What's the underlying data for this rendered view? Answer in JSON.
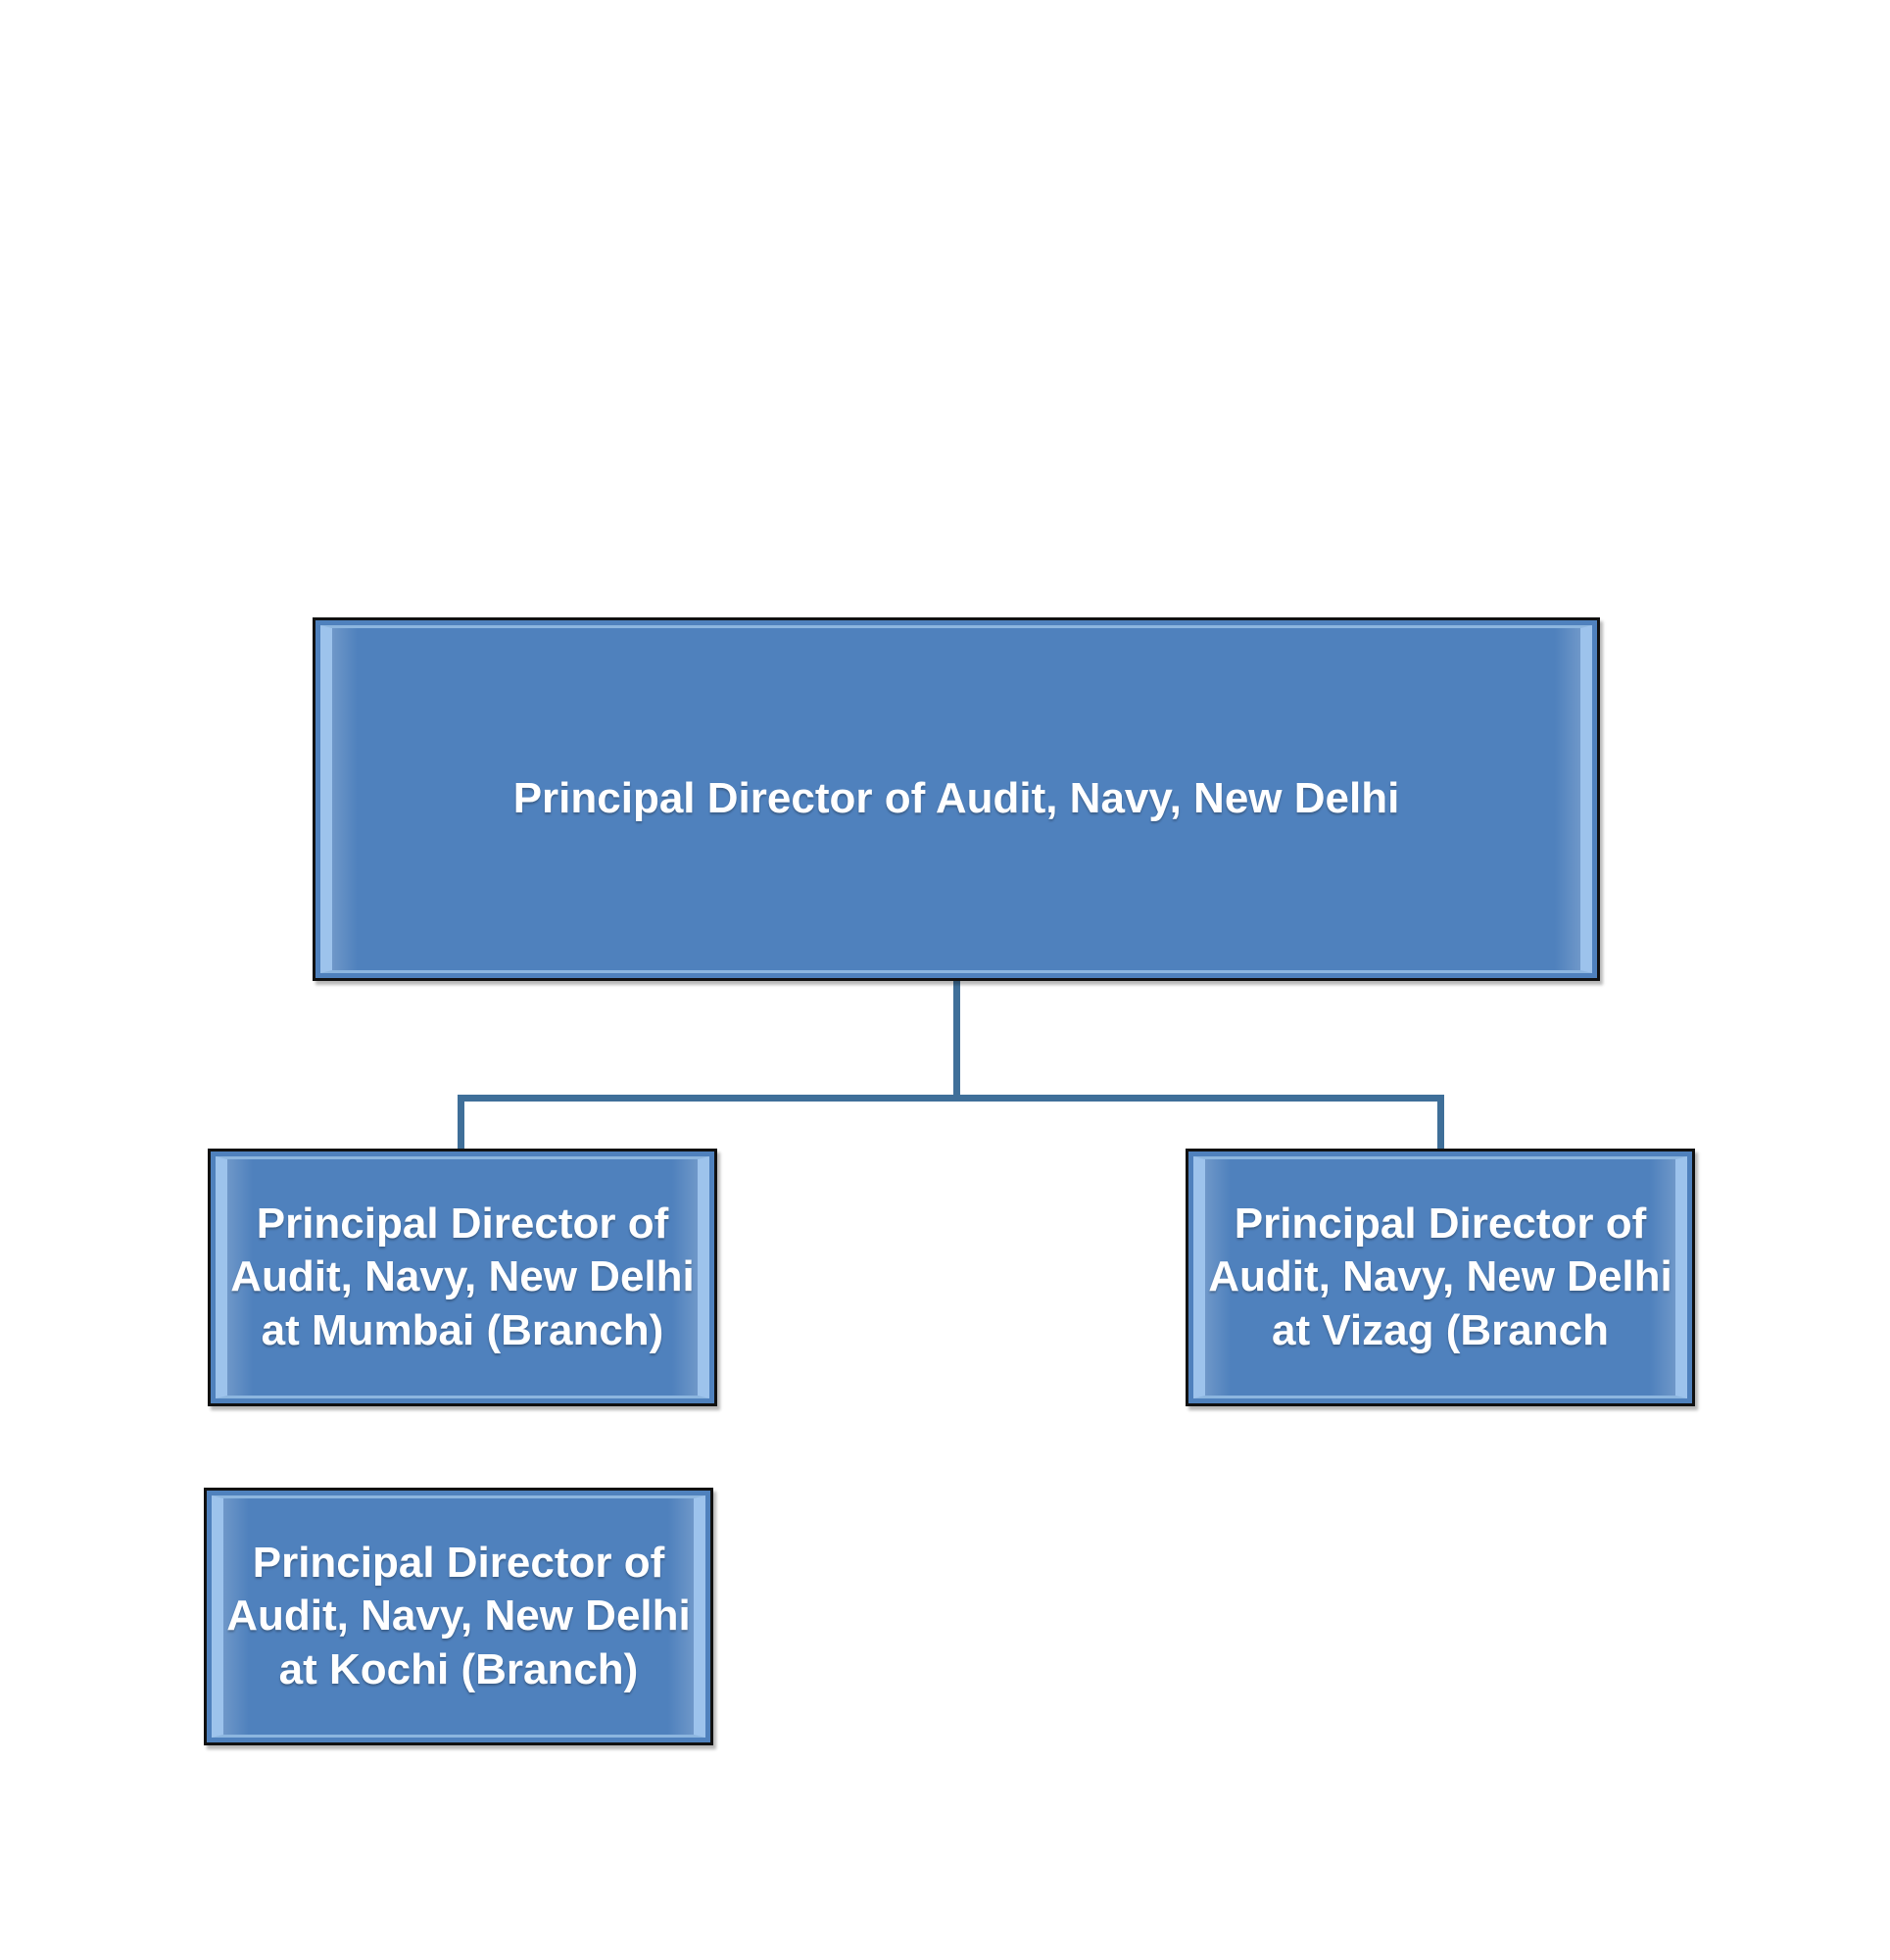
{
  "chart": {
    "root": {
      "label": "Principal Director of Audit, Navy, New Delhi"
    },
    "children": [
      {
        "label": "Principal Director of Audit, Navy, New Delhi at Mumbai (Branch)"
      },
      {
        "label": "Principal Director of Audit, Navy, New Delhi at Vizag (Branch"
      },
      {
        "label": "Principal Director of Audit, Navy, New Delhi at Kochi (Branch)"
      }
    ]
  },
  "colors": {
    "node_fill": "#4f81bd",
    "node_border": "#111111",
    "bevel_highlight": "#9dc3ec",
    "connector": "#3f6f99",
    "text": "#ffffff",
    "background": "#ffffff"
  }
}
